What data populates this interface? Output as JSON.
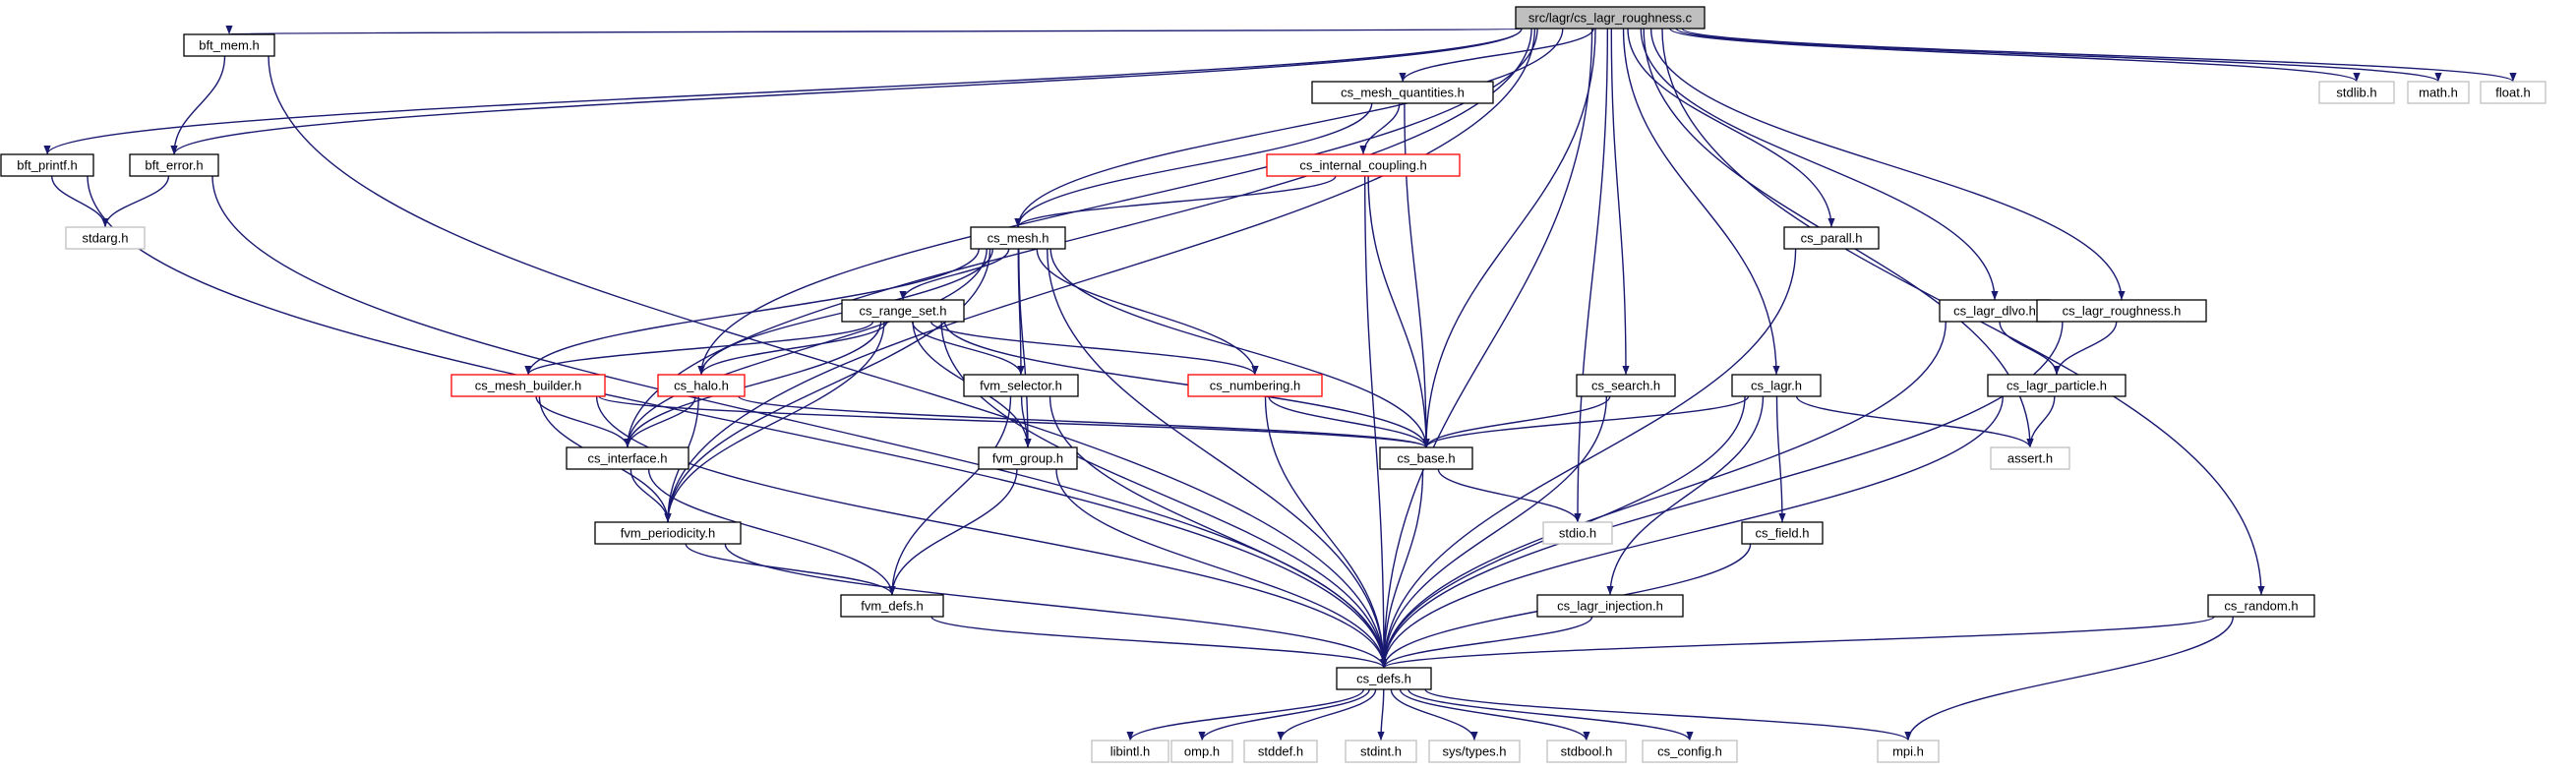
{
  "graph": {
    "kind": "include-dependency-graph",
    "colors": {
      "edge": "#191970",
      "root_fill": "#bfbfbf",
      "node_border": "#000000",
      "incomplete_border": "#ff0000",
      "external_border": "#bfbfbf",
      "external_text": "#666666"
    },
    "nodes": [
      {
        "id": "root",
        "label": "src/lagr/cs_lagr_roughness.c",
        "style": "root"
      },
      {
        "id": "bft_mem",
        "label": "bft_mem.h",
        "style": "normal"
      },
      {
        "id": "cs_mesh_quantities",
        "label": "cs_mesh_quantities.h",
        "style": "normal"
      },
      {
        "id": "stdlib",
        "label": "stdlib.h",
        "style": "external"
      },
      {
        "id": "math",
        "label": "math.h",
        "style": "external"
      },
      {
        "id": "float",
        "label": "float.h",
        "style": "external"
      },
      {
        "id": "bft_printf",
        "label": "bft_printf.h",
        "style": "normal"
      },
      {
        "id": "bft_error",
        "label": "bft_error.h",
        "style": "normal"
      },
      {
        "id": "cs_internal_coupling",
        "label": "cs_internal_coupling.h",
        "style": "incomplete"
      },
      {
        "id": "stdarg",
        "label": "stdarg.h",
        "style": "external"
      },
      {
        "id": "cs_mesh",
        "label": "cs_mesh.h",
        "style": "normal"
      },
      {
        "id": "cs_parall",
        "label": "cs_parall.h",
        "style": "normal"
      },
      {
        "id": "cs_range_set",
        "label": "cs_range_set.h",
        "style": "normal"
      },
      {
        "id": "cs_lagr_dlvo",
        "label": "cs_lagr_dlvo.h",
        "style": "normal"
      },
      {
        "id": "cs_lagr_roughness",
        "label": "cs_lagr_roughness.h",
        "style": "normal"
      },
      {
        "id": "cs_mesh_builder",
        "label": "cs_mesh_builder.h",
        "style": "incomplete"
      },
      {
        "id": "cs_halo",
        "label": "cs_halo.h",
        "style": "incomplete"
      },
      {
        "id": "fvm_selector",
        "label": "fvm_selector.h",
        "style": "normal"
      },
      {
        "id": "cs_numbering",
        "label": "cs_numbering.h",
        "style": "incomplete"
      },
      {
        "id": "cs_search",
        "label": "cs_search.h",
        "style": "normal"
      },
      {
        "id": "cs_lagr",
        "label": "cs_lagr.h",
        "style": "normal"
      },
      {
        "id": "cs_lagr_particle",
        "label": "cs_lagr_particle.h",
        "style": "normal"
      },
      {
        "id": "cs_interface",
        "label": "cs_interface.h",
        "style": "normal"
      },
      {
        "id": "fvm_group",
        "label": "fvm_group.h",
        "style": "normal"
      },
      {
        "id": "cs_base",
        "label": "cs_base.h",
        "style": "normal"
      },
      {
        "id": "assert",
        "label": "assert.h",
        "style": "external"
      },
      {
        "id": "fvm_periodicity",
        "label": "fvm_periodicity.h",
        "style": "normal"
      },
      {
        "id": "stdio",
        "label": "stdio.h",
        "style": "external"
      },
      {
        "id": "cs_field",
        "label": "cs_field.h",
        "style": "normal"
      },
      {
        "id": "fvm_defs",
        "label": "fvm_defs.h",
        "style": "normal"
      },
      {
        "id": "cs_lagr_injection",
        "label": "cs_lagr_injection.h",
        "style": "normal"
      },
      {
        "id": "cs_random",
        "label": "cs_random.h",
        "style": "normal"
      },
      {
        "id": "cs_defs",
        "label": "cs_defs.h",
        "style": "normal"
      },
      {
        "id": "libintl",
        "label": "libintl.h",
        "style": "external"
      },
      {
        "id": "omp",
        "label": "omp.h",
        "style": "external"
      },
      {
        "id": "stddef",
        "label": "stddef.h",
        "style": "external"
      },
      {
        "id": "stdint",
        "label": "stdint.h",
        "style": "external"
      },
      {
        "id": "sys_types",
        "label": "sys/types.h",
        "style": "external"
      },
      {
        "id": "stdbool",
        "label": "stdbool.h",
        "style": "external"
      },
      {
        "id": "cs_config",
        "label": "cs_config.h",
        "style": "external"
      },
      {
        "id": "mpi",
        "label": "mpi.h",
        "style": "external"
      }
    ],
    "edges": [
      [
        "root",
        "bft_mem"
      ],
      [
        "root",
        "cs_mesh_quantities"
      ],
      [
        "root",
        "stdlib"
      ],
      [
        "root",
        "math"
      ],
      [
        "root",
        "float"
      ],
      [
        "root",
        "bft_printf"
      ],
      [
        "root",
        "bft_error"
      ],
      [
        "root",
        "cs_mesh"
      ],
      [
        "root",
        "cs_parall"
      ],
      [
        "root",
        "cs_halo"
      ],
      [
        "root",
        "cs_interface"
      ],
      [
        "root",
        "fvm_periodicity"
      ],
      [
        "root",
        "cs_base"
      ],
      [
        "root",
        "cs_search"
      ],
      [
        "root",
        "stdio"
      ],
      [
        "root",
        "cs_lagr"
      ],
      [
        "root",
        "cs_lagr_dlvo"
      ],
      [
        "root",
        "cs_lagr_roughness"
      ],
      [
        "root",
        "assert"
      ],
      [
        "root",
        "cs_random"
      ],
      [
        "root",
        "cs_defs"
      ],
      [
        "bft_mem",
        "bft_error"
      ],
      [
        "bft_mem",
        "cs_defs"
      ],
      [
        "bft_printf",
        "stdarg"
      ],
      [
        "bft_printf",
        "cs_defs"
      ],
      [
        "bft_error",
        "stdarg"
      ],
      [
        "bft_error",
        "cs_defs"
      ],
      [
        "cs_mesh_quantities",
        "cs_mesh"
      ],
      [
        "cs_mesh_quantities",
        "cs_internal_coupling"
      ],
      [
        "cs_mesh_quantities",
        "cs_base"
      ],
      [
        "cs_internal_coupling",
        "cs_mesh"
      ],
      [
        "cs_internal_coupling",
        "cs_base"
      ],
      [
        "cs_internal_coupling",
        "cs_defs"
      ],
      [
        "cs_mesh",
        "cs_range_set"
      ],
      [
        "cs_mesh",
        "cs_mesh_builder"
      ],
      [
        "cs_mesh",
        "cs_halo"
      ],
      [
        "cs_mesh",
        "cs_interface"
      ],
      [
        "cs_mesh",
        "fvm_periodicity"
      ],
      [
        "cs_mesh",
        "fvm_selector"
      ],
      [
        "cs_mesh",
        "fvm_group"
      ],
      [
        "cs_mesh",
        "cs_numbering"
      ],
      [
        "cs_mesh",
        "cs_base"
      ],
      [
        "cs_mesh",
        "cs_defs"
      ],
      [
        "cs_range_set",
        "cs_mesh_builder"
      ],
      [
        "cs_range_set",
        "cs_halo"
      ],
      [
        "cs_range_set",
        "fvm_selector"
      ],
      [
        "cs_range_set",
        "cs_numbering"
      ],
      [
        "cs_range_set",
        "cs_interface"
      ],
      [
        "cs_range_set",
        "fvm_group"
      ],
      [
        "cs_range_set",
        "fvm_periodicity"
      ],
      [
        "cs_range_set",
        "cs_base"
      ],
      [
        "cs_range_set",
        "cs_defs"
      ],
      [
        "cs_mesh_builder",
        "cs_interface"
      ],
      [
        "cs_mesh_builder",
        "fvm_periodicity"
      ],
      [
        "cs_mesh_builder",
        "cs_base"
      ],
      [
        "cs_mesh_builder",
        "cs_defs"
      ],
      [
        "cs_halo",
        "cs_interface"
      ],
      [
        "cs_halo",
        "fvm_periodicity"
      ],
      [
        "cs_halo",
        "cs_base"
      ],
      [
        "fvm_selector",
        "fvm_group"
      ],
      [
        "fvm_selector",
        "fvm_defs"
      ],
      [
        "fvm_selector",
        "cs_defs"
      ],
      [
        "cs_numbering",
        "cs_base"
      ],
      [
        "cs_numbering",
        "cs_defs"
      ],
      [
        "cs_interface",
        "fvm_periodicity"
      ],
      [
        "cs_interface",
        "fvm_defs"
      ],
      [
        "fvm_group",
        "fvm_defs"
      ],
      [
        "fvm_group",
        "cs_defs"
      ],
      [
        "fvm_periodicity",
        "fvm_defs"
      ],
      [
        "fvm_periodicity",
        "cs_defs"
      ],
      [
        "fvm_defs",
        "cs_defs"
      ],
      [
        "cs_base",
        "stdio"
      ],
      [
        "cs_base",
        "cs_defs"
      ],
      [
        "cs_parall",
        "cs_defs"
      ],
      [
        "cs_search",
        "cs_base"
      ],
      [
        "cs_search",
        "cs_defs"
      ],
      [
        "cs_lagr",
        "cs_base"
      ],
      [
        "cs_lagr",
        "assert"
      ],
      [
        "cs_lagr",
        "cs_lagr_injection"
      ],
      [
        "cs_lagr",
        "cs_field"
      ],
      [
        "cs_lagr",
        "cs_defs"
      ],
      [
        "cs_field",
        "cs_defs"
      ],
      [
        "cs_lagr_injection",
        "cs_defs"
      ],
      [
        "cs_lagr_dlvo",
        "cs_lagr_particle"
      ],
      [
        "cs_lagr_dlvo",
        "cs_defs"
      ],
      [
        "cs_lagr_roughness",
        "cs_lagr_particle"
      ],
      [
        "cs_lagr_roughness",
        "cs_defs"
      ],
      [
        "cs_lagr_particle",
        "assert"
      ],
      [
        "cs_lagr_particle",
        "cs_defs"
      ],
      [
        "cs_random",
        "cs_defs"
      ],
      [
        "cs_random",
        "mpi"
      ],
      [
        "cs_defs",
        "libintl"
      ],
      [
        "cs_defs",
        "omp"
      ],
      [
        "cs_defs",
        "stddef"
      ],
      [
        "cs_defs",
        "stdint"
      ],
      [
        "cs_defs",
        "sys_types"
      ],
      [
        "cs_defs",
        "stdbool"
      ],
      [
        "cs_defs",
        "cs_config"
      ],
      [
        "cs_defs",
        "mpi"
      ]
    ]
  }
}
